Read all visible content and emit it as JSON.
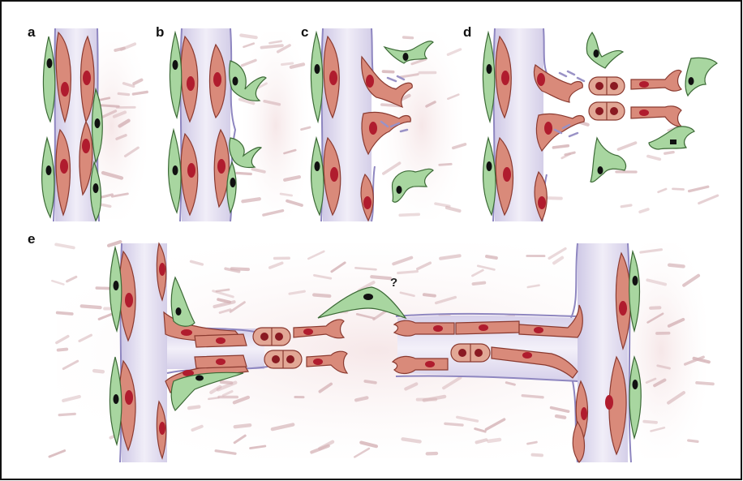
{
  "panels": {
    "a": {
      "label": "a"
    },
    "b": {
      "label": "b"
    },
    "c": {
      "label": "c"
    },
    "d": {
      "label": "d"
    },
    "e": {
      "label": "e",
      "annotation": "?"
    }
  },
  "colors": {
    "border": "#111111",
    "vessel_lumen": "#e3def0",
    "vessel_membrane": "#8e86c0",
    "endothelial_cell": "#d98a7a",
    "endothelial_nucleus": "#b01c2e",
    "pericyte": "#a8d6a0",
    "pericyte_nucleus": "#111111",
    "tissue_fibers": "#d6b4b8"
  },
  "icons": [
    "endothelial-cell",
    "pericyte-cell",
    "dividing-cell",
    "basement-membrane-fragment"
  ]
}
